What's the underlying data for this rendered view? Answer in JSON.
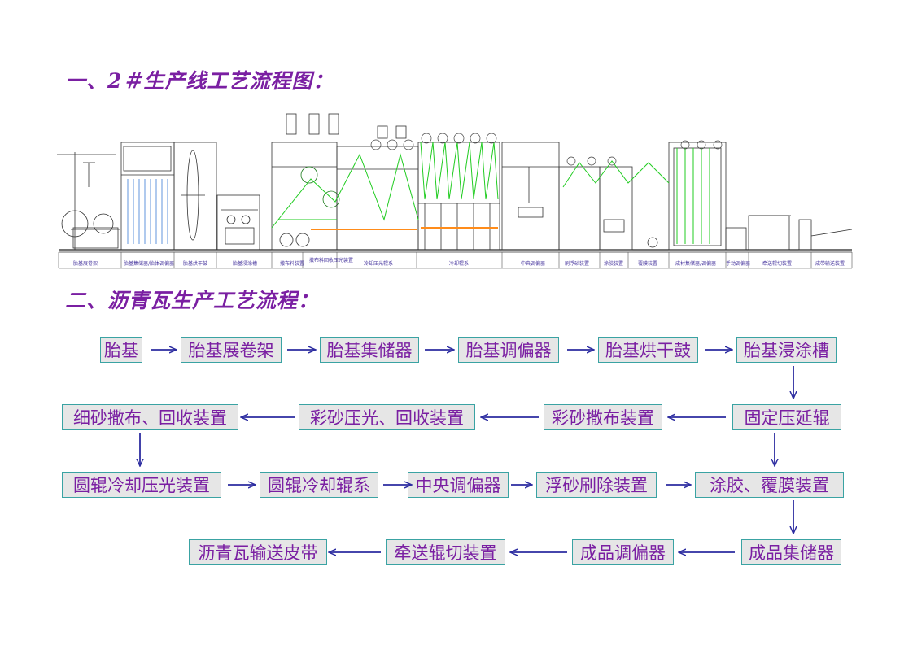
{
  "headings": {
    "line_diagram": "一、2＃生产线工艺流程图：",
    "process_flow": "二、沥青瓦生产工艺流程："
  },
  "equipment_labels": [
    "胎基展卷架",
    "胎基集储器/胎体调偏器",
    "胎基烘干鼓",
    "胎基浸涂槽",
    "撒布料装置",
    "撒布料回收压光装置",
    "冷却压光辊系",
    "冷却辊系",
    "中央调偏器",
    "刷浮砂装置",
    "涂胶装置",
    "覆膜装置",
    "成材集储器/调偏器",
    "手动调偏器",
    "牵送辊切装置",
    "成带输送装置"
  ],
  "flow_steps": {
    "s1": "胎基",
    "s2": "胎基展卷架",
    "s3": "胎基集储器",
    "s4": "胎基调偏器",
    "s5": "胎基烘干鼓",
    "s6": "胎基浸涂槽",
    "s7": "固定压延辊",
    "s8": "彩砂撒布装置",
    "s9": "彩砂压光、回收装置",
    "s10": "细砂撒布、回收装置",
    "s11": "圆辊冷却压光装置",
    "s12": "圆辊冷却辊系",
    "s13": "中央调偏器",
    "s14": "浮砂刷除装置",
    "s15": "涂胶、覆膜装置",
    "s16": "成品集储器",
    "s17": "成品调偏器",
    "s18": "牵送辊切装置",
    "s19": "沥青瓦输送皮带"
  },
  "colors": {
    "heading": "#7a1fa2",
    "box_fill": "#e6e6e6",
    "box_border": "#3aa3a3",
    "arrow": "#2c2ca0",
    "machine_green": "#22cc22",
    "machine_orange": "#ff8c1a"
  }
}
